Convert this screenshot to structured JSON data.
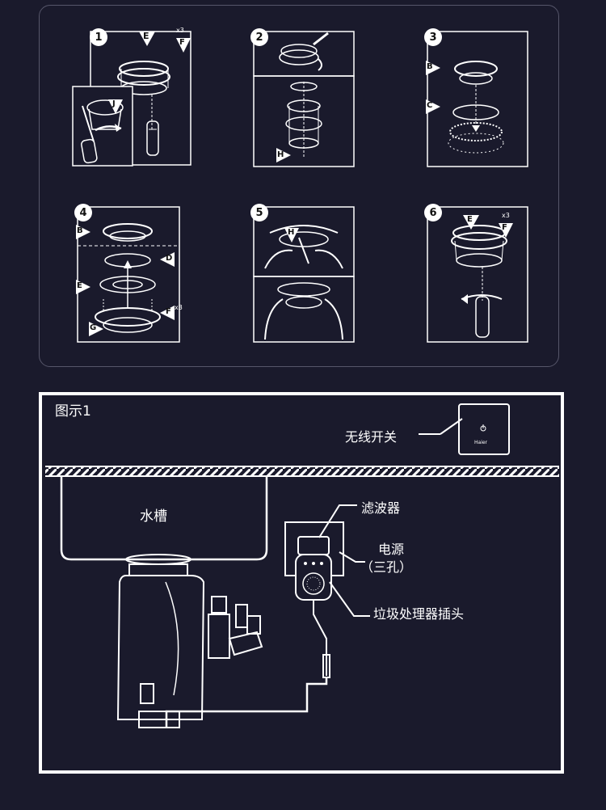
{
  "steps": [
    {
      "num": "1",
      "labels": [
        "E",
        "F",
        "J",
        "x3"
      ]
    },
    {
      "num": "2",
      "labels": [
        "H"
      ]
    },
    {
      "num": "3",
      "labels": [
        "B",
        "C"
      ]
    },
    {
      "num": "4",
      "labels": [
        "B",
        "D",
        "E",
        "F",
        "G",
        "x3"
      ]
    },
    {
      "num": "5",
      "labels": [
        "H"
      ]
    },
    {
      "num": "6",
      "labels": [
        "E",
        "F",
        "x3"
      ]
    }
  ],
  "diagram": {
    "caption": "图示1",
    "switch_label": "无线开关",
    "switch_brand": "Haier",
    "sink_label": "水槽",
    "filter_label": "滤波器",
    "power_label": "电源",
    "power_sub": "（三孔）",
    "plug_label": "垃圾处理器插头"
  }
}
